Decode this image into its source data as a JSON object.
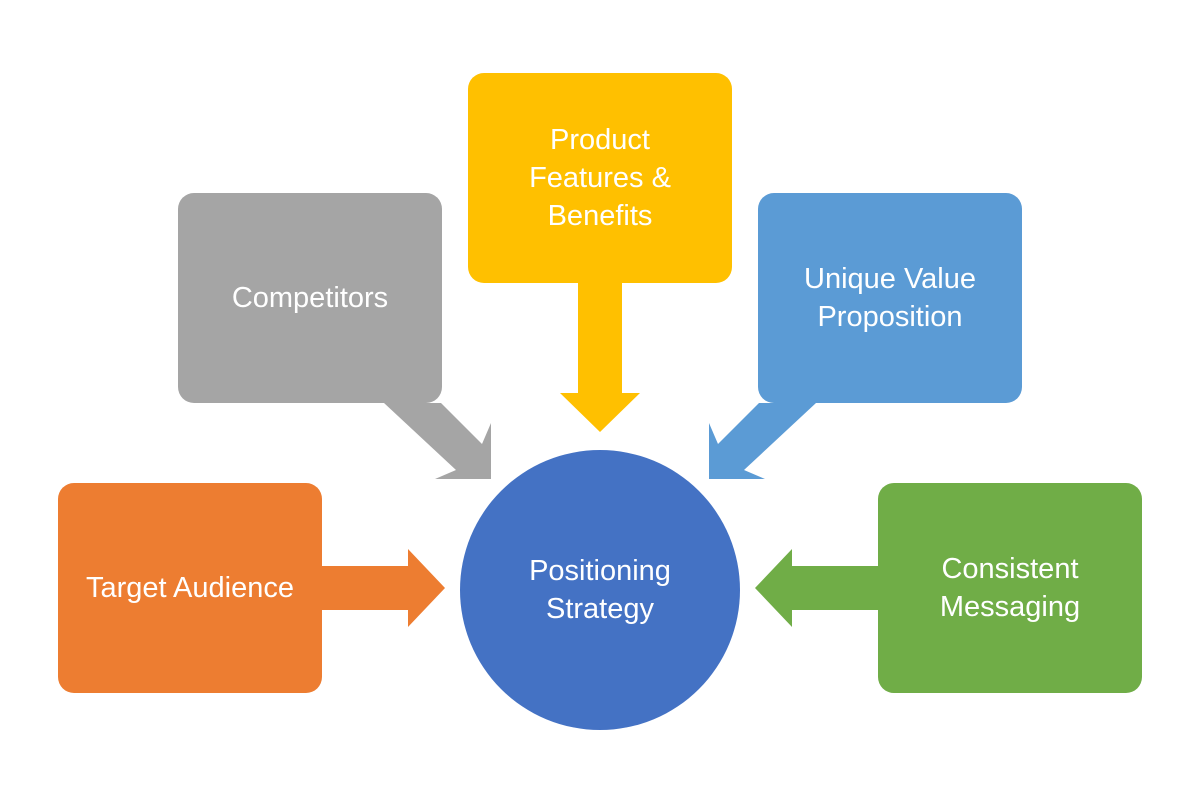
{
  "center": {
    "line1": "Positioning",
    "line2": "Strategy",
    "color": "#4472C4"
  },
  "nodes": [
    {
      "id": "target-audience",
      "lines": [
        "Target Audience"
      ],
      "color": "#ED7D31"
    },
    {
      "id": "competitors",
      "lines": [
        "Competitors"
      ],
      "color": "#A5A5A5"
    },
    {
      "id": "product-features",
      "lines": [
        "Product",
        "Features &",
        "Benefits"
      ],
      "color": "#FFC000"
    },
    {
      "id": "unique-value",
      "lines": [
        "Unique Value",
        "Proposition"
      ],
      "color": "#5B9BD5"
    },
    {
      "id": "consistent-messaging",
      "lines": [
        "Consistent",
        "Messaging"
      ],
      "color": "#70AD47"
    }
  ]
}
